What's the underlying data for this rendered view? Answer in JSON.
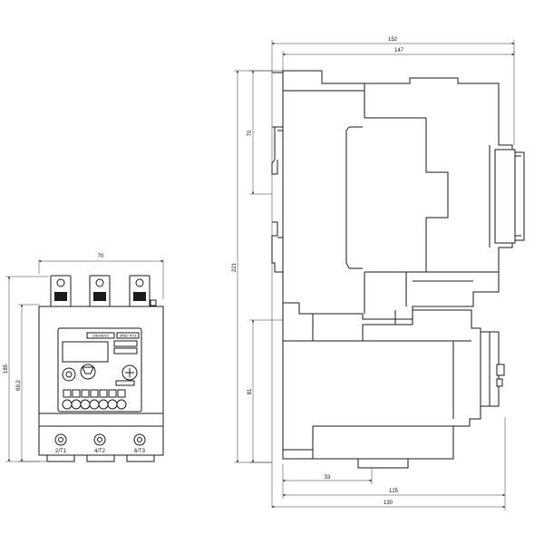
{
  "front_view": {
    "dims": {
      "width_top": "70",
      "height_outer": "185",
      "height_inner": "69,2"
    },
    "brand_label": "SIEMENS",
    "model_label": "3RB2 RV3",
    "terminal_labels": [
      "2/T1",
      "4/T2",
      "6/T3"
    ]
  },
  "side_view": {
    "dims": {
      "overall_width": "152",
      "inner_width": "147",
      "height_total": "221",
      "height_upper": "70",
      "height_lower": "81",
      "bottom_small": "33",
      "bottom_mid": "125",
      "bottom_total": "130"
    }
  }
}
